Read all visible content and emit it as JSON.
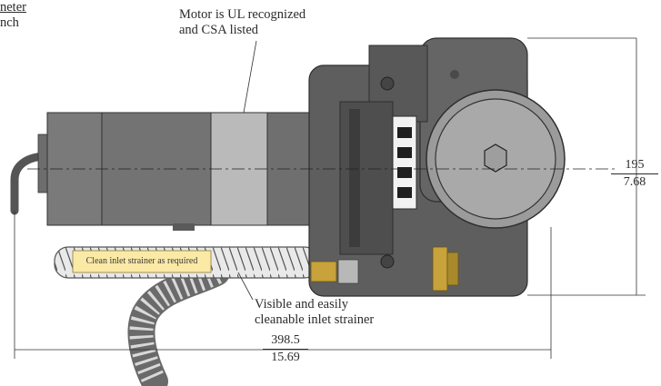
{
  "legend": {
    "line1": "neter",
    "line2": "nch"
  },
  "callouts": {
    "motor_line1": "Motor is UL recognized",
    "motor_line2": "and CSA listed",
    "strainer_note": "Clean inlet strainer as required",
    "inlet_line1": "Visible and easily",
    "inlet_line2": "cleanable  inlet strainer"
  },
  "dimensions": {
    "height_mm": "195",
    "height_in": "7.68",
    "length_mm": "398.5",
    "length_in": "15.69"
  },
  "colors": {
    "housing_dark": "#5e5e5e",
    "motor_light": "#b9b9b9",
    "strainer_yellow": "#fbe9a6",
    "brass": "#c8a23a"
  }
}
